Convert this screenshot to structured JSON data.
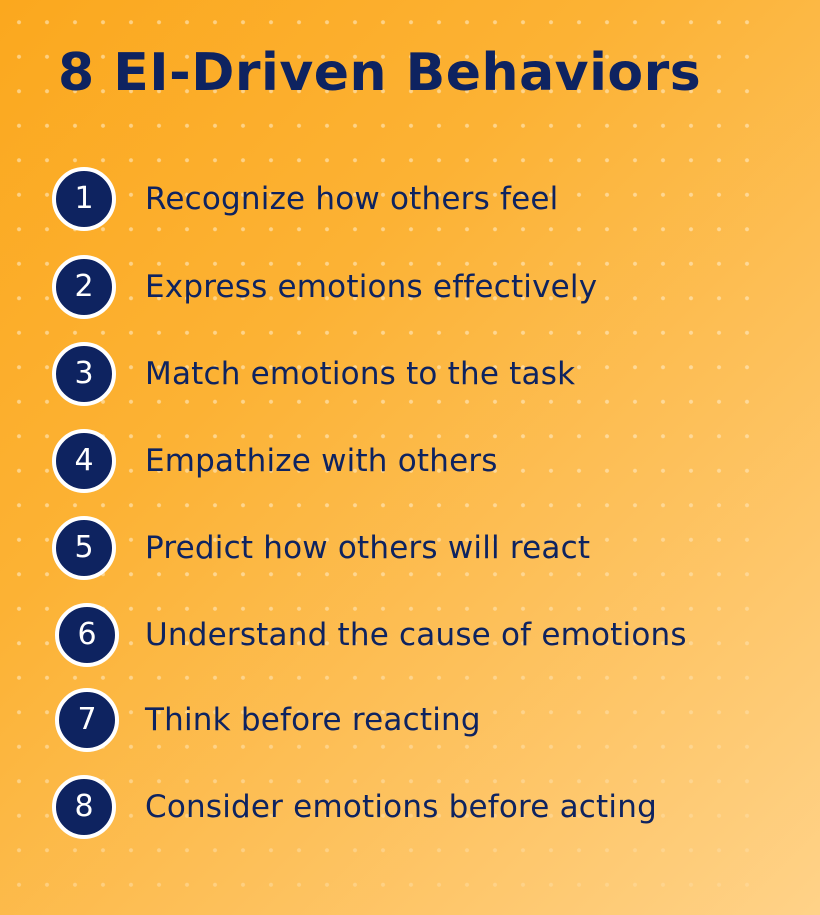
{
  "colors": {
    "background_start": "#FBA81E",
    "background_end": "#FFD288",
    "navy": "#0E2360",
    "badge_border": "#FFFFFF"
  },
  "header": {
    "title": "8 EI-Driven Behaviors"
  },
  "behaviors": [
    {
      "number": "1",
      "label": "Recognize how others feel"
    },
    {
      "number": "2",
      "label": "Express emotions effectively"
    },
    {
      "number": "3",
      "label": "Match emotions to the task"
    },
    {
      "number": "4",
      "label": "Empathize with others"
    },
    {
      "number": "5",
      "label": "Predict how others will react"
    },
    {
      "number": "6",
      "label": "Understand the cause of emotions"
    },
    {
      "number": "7",
      "label": "Think before reacting"
    },
    {
      "number": "8",
      "label": "Consider emotions before acting"
    }
  ]
}
